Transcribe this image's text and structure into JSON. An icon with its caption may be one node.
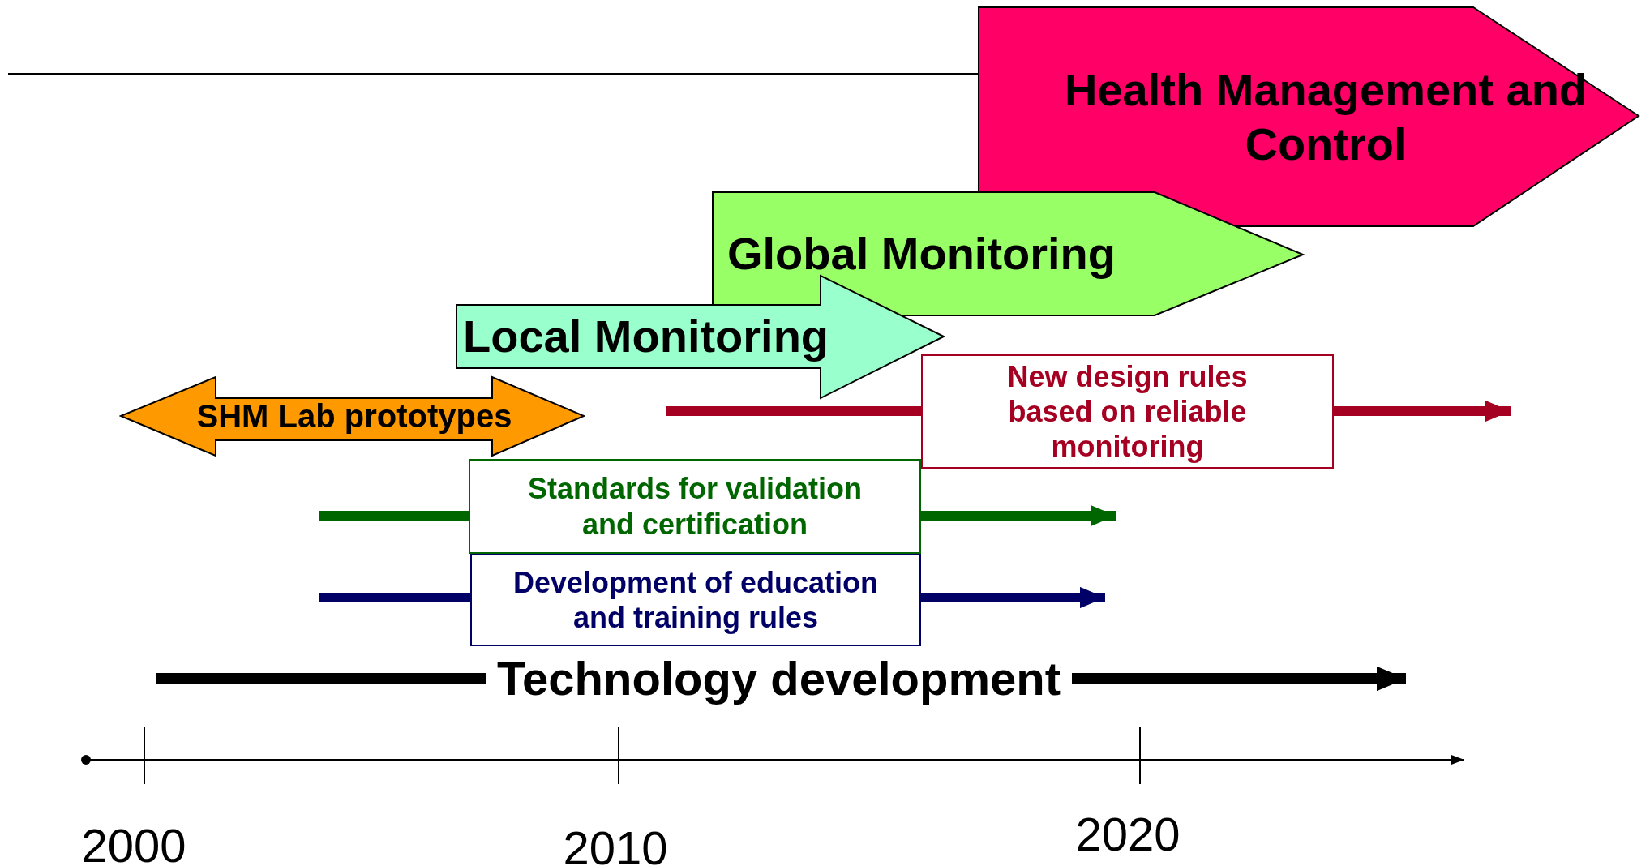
{
  "diagram": {
    "nodes": [
      {
        "text": [
          "Health Management and Control"
        ]
      },
      {
        "text": [
          "Global Monitoring"
        ]
      },
      {
        "text": [
          "Local Monitoring"
        ]
      },
      {
        "text": [
          "SHM Lab prototypes"
        ]
      },
      {
        "text": [
          "New design rules based on reliable monitoring"
        ]
      },
      {
        "text": [
          "Standards for validation and certification"
        ]
      },
      {
        "text": [
          "Development of education and training rules"
        ]
      },
      {
        "text": [
          "Technology development"
        ]
      }
    ],
    "labels": [
      "2000",
      "2010",
      "2020"
    ]
  }
}
